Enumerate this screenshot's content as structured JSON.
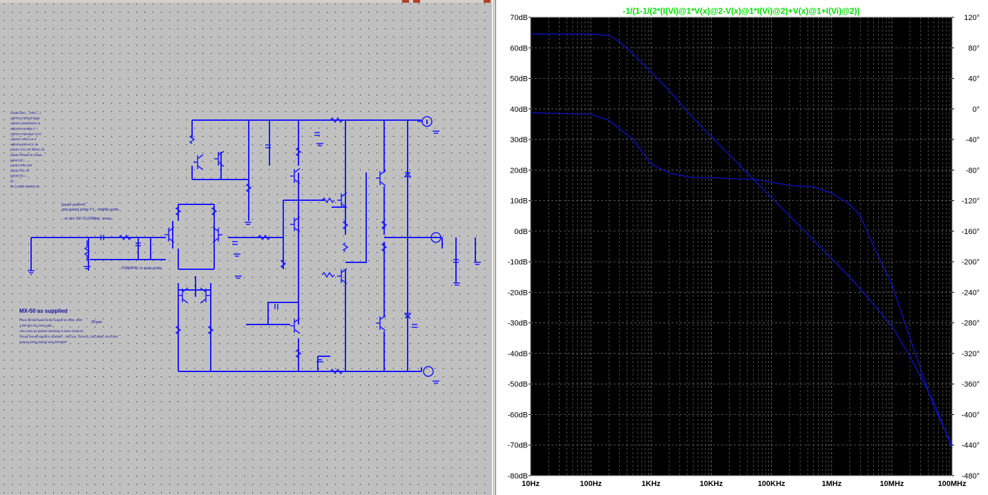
{
  "schematic": {
    "note": {
      "title": "MX-50 as supplied",
      "lines": [
        "Place all 8Ω loads at the output for 25W, 45W",
        "1.6W thru for clean gain",
        "Also uses as partial matching in base resistors",
        "Actual overall signal is modular... 2SCxxx, 2SAxxx, 2SC3856, 2SA1491",
        "Output using 2Sj115 and 2SK2087"
      ]
    },
    "netlist_lines": [
      ".model 2SC... (Hfe=...)",
      ".options method=gear",
      ".options plotwinsize=0",
      ".options numdgt=7",
      ".options maxstep=1e-6",
      ".options reltol=1e-3",
      ".options gmin=1e-14",
      ".param Vcc=40 Rbias=1k",
      ".param Rload=8 Cload=...",
      ".param I1=... ",
      ".param Rfb=22k",
      ".param R2=1k",
      ".param Ilc=...",
      ".lib ... ",
      ".lib Cordell-Models.txt"
    ],
    "probe_note_1": ".param probe=0",
    ".probe_note_2": "",
    "probe_note_2": ".step param probe 0 1 ; stability probe",
    "probe_note_3": ".ac dec 100 10 100Meg ; meas...",
    "input_label": "PSRR/PR1 to study probe",
    "page_label": "ZPgain"
  },
  "waveform": {
    "expression": "-1/(1-1/(2*(I(Vi)@1*V(x)@2-V(x)@1*I(Vi)@2)+V(x)@1+I(Vi)@2))",
    "expression_color": "#00e000",
    "trace_color": "#0a14c8",
    "left_axis_ticks": [
      "70dB",
      "60dB",
      "50dB",
      "40dB",
      "30dB",
      "20dB",
      "10dB",
      "0dB",
      "-10dB",
      "-20dB",
      "-30dB",
      "-40dB",
      "-50dB",
      "-60dB",
      "-70dB",
      "-80dB"
    ],
    "right_axis_ticks": [
      "120°",
      "80°",
      "40°",
      "0°",
      "-40°",
      "-80°",
      "-120°",
      "-160°",
      "-200°",
      "-240°",
      "-280°",
      "-320°",
      "-360°",
      "-400°",
      "-440°",
      "-480°"
    ],
    "x_axis_ticks": [
      "10Hz",
      "100Hz",
      "1KHz",
      "10KHz",
      "100KHz",
      "1MHz",
      "10MHz",
      "100MHz"
    ]
  },
  "chart_data": {
    "type": "line",
    "title": "-1/(1-1/(2*(I(Vi)@1*V(x)@2-V(x)@1*I(Vi)@2)+V(x)@1+I(Vi)@2))",
    "x_scale": "log",
    "xlabel": "",
    "ylabel": "",
    "xlim": [
      10,
      100000000
    ],
    "ylim": [
      -80,
      70
    ],
    "y2lim": [
      -480,
      120
    ],
    "grid": true,
    "series": [
      {
        "axis": "magnitude_dB",
        "x": [
          10,
          100,
          200,
          300,
          500,
          1000,
          2000,
          5000,
          10000,
          20000,
          50000,
          100000,
          200000,
          500000,
          1000000,
          2000000,
          5000000,
          10000000,
          20000000,
          50000000,
          100000000
        ],
        "values": [
          64.5,
          64.5,
          64,
          62,
          58,
          52,
          46,
          37,
          31,
          25,
          17,
          11,
          5,
          -3,
          -9,
          -15,
          -24,
          -31,
          -41,
          -56,
          -71
        ]
      },
      {
        "axis": "phase_deg",
        "x": [
          10,
          100,
          200,
          500,
          1000,
          2000,
          5000,
          10000,
          20000,
          50000,
          100000,
          200000,
          500000,
          1000000,
          2000000,
          3000000,
          5000000,
          10000000,
          20000000,
          50000000,
          100000000
        ],
        "values": [
          -5,
          -7,
          -15,
          -40,
          -72,
          -84,
          -90,
          -90,
          -91,
          -92,
          -96,
          -100,
          -102,
          -110,
          -125,
          -140,
          -180,
          -230,
          -300,
          -390,
          -440
        ]
      }
    ]
  }
}
